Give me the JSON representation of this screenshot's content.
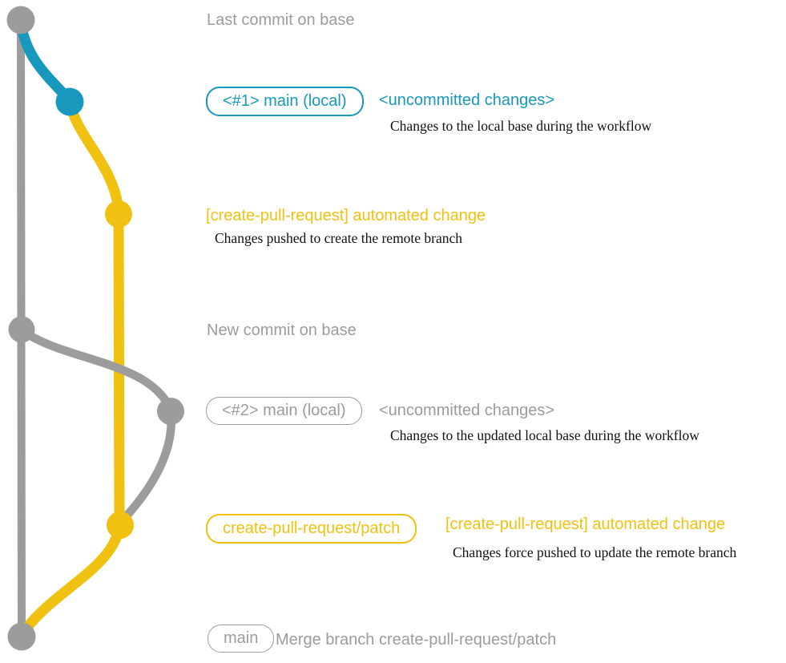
{
  "colors": {
    "teal": "#1898bd",
    "yellow": "#f1c111",
    "gray": "#9c9c9c",
    "text_dark": "#111111",
    "background": "#ffffff"
  },
  "graph": {
    "branches": [
      {
        "name": "base",
        "color": "gray"
      },
      {
        "name": "main-local",
        "color": "teal"
      },
      {
        "name": "create-pull-request-patch",
        "color": "yellow"
      }
    ],
    "commit_count": 7
  },
  "annotations": {
    "last_commit": "Last commit on base",
    "row_local_1": {
      "badge": "<#1> main (local)",
      "status": "<uncommitted changes>",
      "description": "Changes to the local base during the workflow"
    },
    "row_push_1": {
      "heading": "[create-pull-request] automated change",
      "description": "Changes pushed to create the remote branch"
    },
    "new_commit": "New commit on base",
    "row_local_2": {
      "badge": "<#2> main (local)",
      "status": "<uncommitted changes>",
      "description": "Changes to the updated local base during the workflow"
    },
    "row_push_2": {
      "badge": "create-pull-request/patch",
      "heading": "[create-pull-request] automated change",
      "description": "Changes force pushed to update the remote branch"
    },
    "row_merge": {
      "badge": "main",
      "message": "Merge branch create-pull-request/patch"
    }
  }
}
